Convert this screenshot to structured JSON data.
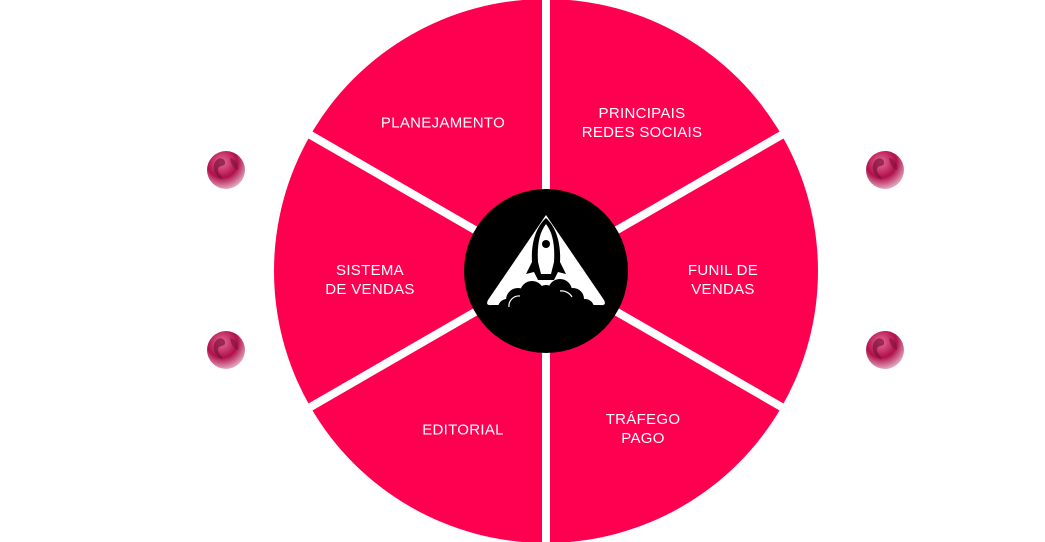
{
  "colors": {
    "segment": "#FF0050",
    "divider": "#FFFFFF",
    "hub": "#000000"
  },
  "segments": [
    {
      "line1": "PLANEJAMENTO",
      "line2": ""
    },
    {
      "line1": "PRINCIPAIS",
      "line2": "REDES SOCIAIS"
    },
    {
      "line1": "FUNIL DE",
      "line2": "VENDAS"
    },
    {
      "line1": "TRÁFEGO",
      "line2": "PAGO"
    },
    {
      "line1": "EDITORIAL",
      "line2": ""
    },
    {
      "line1": "SISTEMA",
      "line2": "DE VENDAS"
    }
  ],
  "hub_icon": "rocket-icon",
  "side_icons": [
    "globe-icon",
    "globe-icon",
    "globe-icon",
    "globe-icon"
  ]
}
